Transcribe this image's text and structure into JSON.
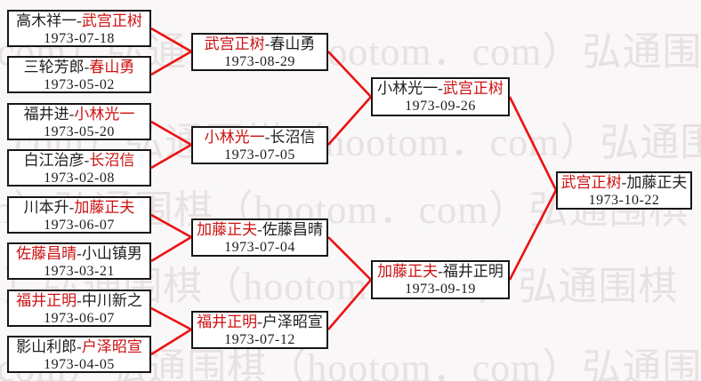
{
  "colors": {
    "line": "#ee1111",
    "winner": "#cc1111"
  },
  "watermark": {
    "text": "弘通围棋（hootom．com）弘通围棋（hootom．com）弘通围棋（hootom．com）弘通围棋（hootom．com）"
  },
  "bracket": {
    "round1": [
      {
        "pre": "高木祥一-",
        "red": "武宫正树",
        "post": "",
        "date": "1973-07-18"
      },
      {
        "pre": "三轮芳郎-",
        "red": "春山勇",
        "post": "",
        "date": "1973-05-02"
      },
      {
        "pre": "福井进-",
        "red": "小林光一",
        "post": "",
        "date": "1973-05-20"
      },
      {
        "pre": "白江治彦-",
        "red": "长沼信",
        "post": "",
        "date": "1973-02-08"
      },
      {
        "pre": "川本升-",
        "red": "加藤正夫",
        "post": "",
        "date": "1973-06-07"
      },
      {
        "pre": "",
        "red": "佐藤昌晴",
        "post": "-小山镇男",
        "date": "1973-03-21"
      },
      {
        "pre": "",
        "red": "福井正明",
        "post": "-中川新之",
        "date": "1973-06-07"
      },
      {
        "pre": "影山利郎-",
        "red": "户泽昭宣",
        "post": "",
        "date": "1973-04-05"
      }
    ],
    "round2": [
      {
        "pre": "",
        "red": "武宫正树",
        "post": "-春山勇",
        "date": "1973-08-29"
      },
      {
        "pre": "",
        "red": "小林光一",
        "post": "-长沼信",
        "date": "1973-07-05"
      },
      {
        "pre": "",
        "red": "加藤正夫",
        "post": "-佐藤昌晴",
        "date": "1973-07-04"
      },
      {
        "pre": "",
        "red": "福井正明",
        "post": "-户泽昭宣",
        "date": "1973-07-12"
      }
    ],
    "semifinals": [
      {
        "pre": "小林光一-",
        "red": "武宫正树",
        "post": "",
        "date": "1973-09-26"
      },
      {
        "pre": "",
        "red": "加藤正夫",
        "post": "-福井正明",
        "date": "1973-09-19"
      }
    ],
    "final": [
      {
        "pre": "",
        "red": "武宫正树",
        "post": "-加藤正夫",
        "date": "1973-10-22"
      }
    ]
  }
}
